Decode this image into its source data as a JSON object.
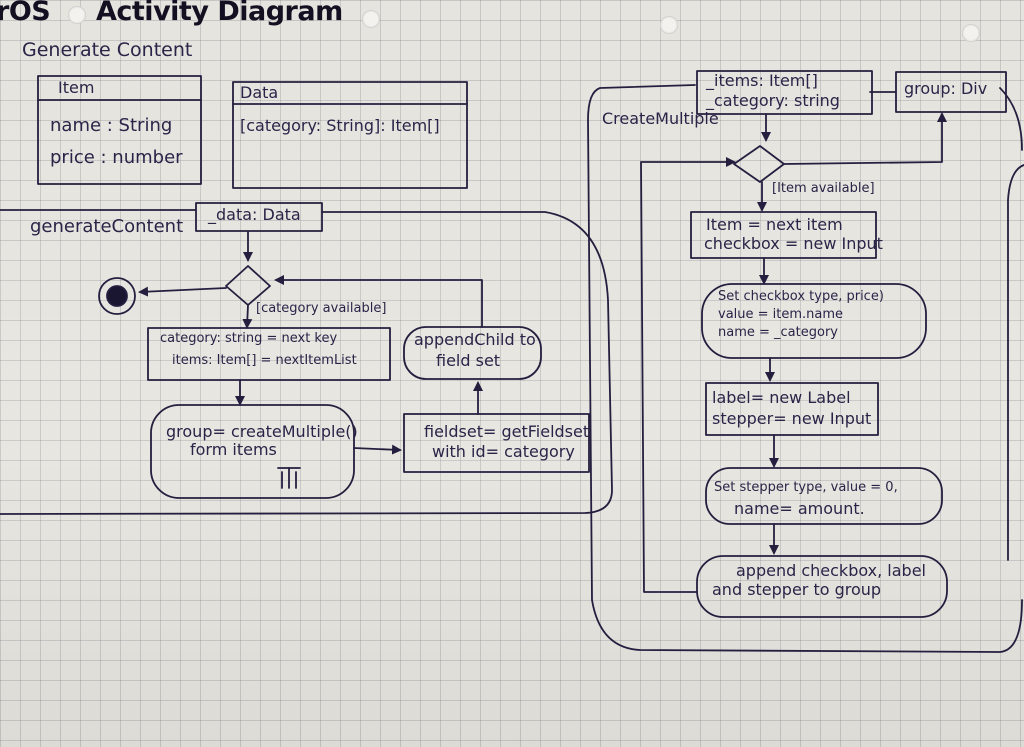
{
  "header": {
    "title_fragment": "rOS",
    "title": "Activity Diagram",
    "subtitle": "Generate Content"
  },
  "class_item": {
    "name": "Item",
    "attr1": "name : String",
    "attr2": "price : number"
  },
  "class_data": {
    "name": "Data",
    "attr1": "[category: String]: Item[]"
  },
  "generate_content": {
    "name": "generateContent",
    "param": "_data: Data",
    "guard": "[category available]",
    "action1_line1": "category: string = next key",
    "action1_line2": "items: Item[] = nextItemList",
    "action2_line1": "group= createMultiple()",
    "action2_line2": "form items",
    "action3_line1": "fieldset= getFieldset",
    "action3_line2": "with id= category",
    "action4_line1": "appendChild to",
    "action4_line2": "field set"
  },
  "create_multiple": {
    "name": "CreateMultiple",
    "param1_line1": "_items: Item[]",
    "param1_line2": "_category: string",
    "param2": "group: Div",
    "guard": "[Item available]",
    "action1_line1": "Item = next item",
    "action1_line2": "checkbox = new Input",
    "action2_line1": "Set checkbox type, price)",
    "action2_line2": "value = item.name",
    "action2_line3": "name = _category",
    "action3_line1": "label= new Label",
    "action3_line2": "stepper= new Input",
    "action4_line1": "Set stepper type, value = 0,",
    "action4_line2": "name= amount.",
    "action5_line1": "append checkbox, label",
    "action5_line2": "and stepper to group"
  },
  "colors": {
    "ink": "#241f3f",
    "paper": "#e6e4de",
    "grid": "#9a99a3"
  }
}
